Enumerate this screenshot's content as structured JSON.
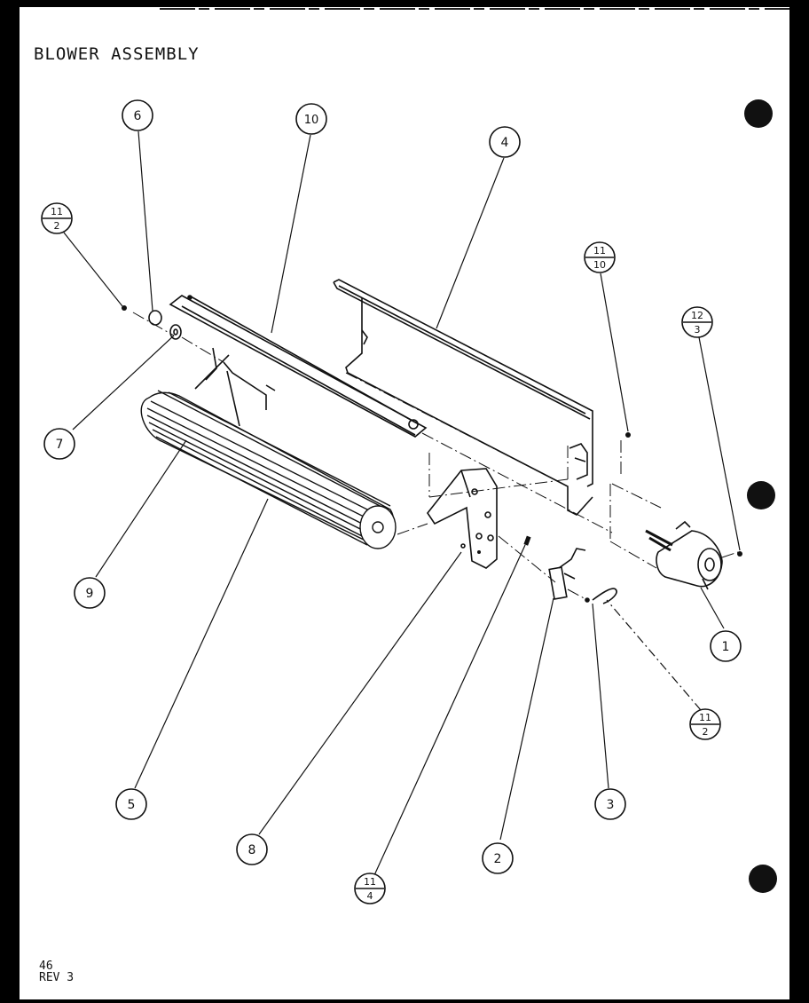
{
  "title": "BLOWER ASSEMBLY",
  "footer": {
    "page": "46",
    "revision": "REV 3"
  },
  "callouts": [
    {
      "id": "6",
      "label": "6"
    },
    {
      "id": "10",
      "label": "10"
    },
    {
      "id": "4",
      "label": "4"
    },
    {
      "id": "11-2-top",
      "top": "11",
      "bottom": "2"
    },
    {
      "id": "11-10",
      "top": "11",
      "bottom": "10"
    },
    {
      "id": "12-3",
      "top": "12",
      "bottom": "3"
    },
    {
      "id": "7",
      "label": "7"
    },
    {
      "id": "9",
      "label": "9"
    },
    {
      "id": "1",
      "label": "1"
    },
    {
      "id": "11-2-bottom",
      "top": "11",
      "bottom": "2"
    },
    {
      "id": "5",
      "label": "5"
    },
    {
      "id": "8",
      "label": "8"
    },
    {
      "id": "11-4",
      "top": "11",
      "bottom": "4"
    },
    {
      "id": "2",
      "label": "2"
    },
    {
      "id": "3",
      "label": "3"
    }
  ]
}
